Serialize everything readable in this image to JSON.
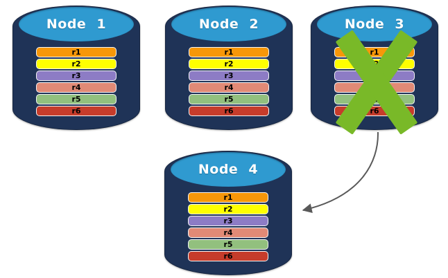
{
  "diagram": {
    "nodes": [
      {
        "label": "Node 1",
        "crossed_out": false,
        "records": [
          "r1",
          "r2",
          "r3",
          "r4",
          "r5",
          "r6"
        ]
      },
      {
        "label": "Node 2",
        "crossed_out": false,
        "records": [
          "r1",
          "r2",
          "r3",
          "r4",
          "r5",
          "r6"
        ]
      },
      {
        "label": "Node 3",
        "crossed_out": true,
        "records": [
          "r1",
          "r2",
          "r3",
          "r4",
          "r5",
          "r6"
        ]
      },
      {
        "label": "Node 4",
        "crossed_out": false,
        "records": [
          "r1",
          "r2",
          "r3",
          "r4",
          "r5",
          "r6"
        ]
      }
    ],
    "record_colors": [
      "#F79709",
      "#FFFF00",
      "#8D7CC5",
      "#E18A76",
      "#92C07E",
      "#C63C2B"
    ],
    "colors": {
      "cylinder_body": "#1F3357",
      "cylinder_top": "#2F9AD0",
      "failure_x": "#79B928",
      "arrow": "#595959",
      "node_label": "#FFFFFF",
      "record_label": "#000000"
    }
  }
}
